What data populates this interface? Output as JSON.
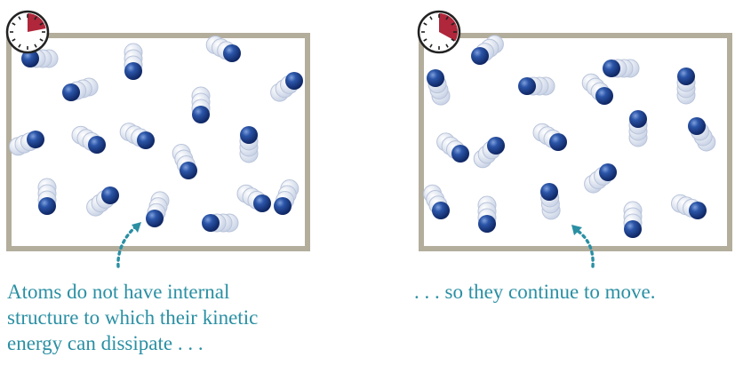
{
  "figure": {
    "panels": [
      {
        "id": "initial",
        "timer_fraction": 0.22
      },
      {
        "id": "later",
        "timer_fraction": 0.33
      }
    ],
    "colors": {
      "box_border": "#b3ad9c",
      "atom": "#1a3f8a",
      "atom_trail": "#c9d3e6",
      "timer_fill": "#b0263a",
      "caption_text": "#2a8fa3"
    },
    "captions": {
      "left": [
        "Atoms do not have internal",
        "structure to which their kinetic",
        "energy can dissipate . . ."
      ],
      "right": [
        ". . . so they continue to move."
      ]
    }
  }
}
